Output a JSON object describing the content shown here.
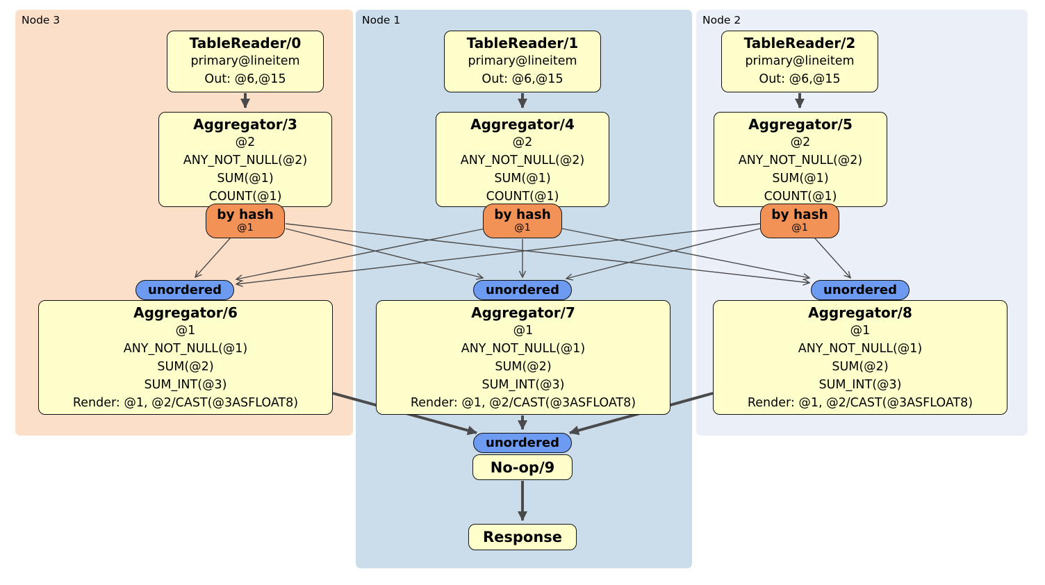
{
  "colors": {
    "node3_bg": "#fbdfc9",
    "node1_bg": "#cbdcea",
    "node2_bg": "#eaeff8",
    "box_bg": "#ffffcc",
    "hash_badge_bg": "#f29257",
    "sync_badge_bg": "#6d9bf1",
    "edge": "#4a4a4a"
  },
  "regions": {
    "node3": {
      "label": "Node 3"
    },
    "node1": {
      "label": "Node 1"
    },
    "node2": {
      "label": "Node 2"
    }
  },
  "boxes": {
    "tr0": {
      "title": "TableReader/0",
      "l1": "primary@lineitem",
      "l2": "Out: @6,@15"
    },
    "tr1": {
      "title": "TableReader/1",
      "l1": "primary@lineitem",
      "l2": "Out: @6,@15"
    },
    "tr2": {
      "title": "TableReader/2",
      "l1": "primary@lineitem",
      "l2": "Out: @6,@15"
    },
    "agg3": {
      "title": "Aggregator/3",
      "l1": "@2",
      "l2": "ANY_NOT_NULL(@2)",
      "l3": "SUM(@1)",
      "l4": "COUNT(@1)"
    },
    "agg4": {
      "title": "Aggregator/4",
      "l1": "@2",
      "l2": "ANY_NOT_NULL(@2)",
      "l3": "SUM(@1)",
      "l4": "COUNT(@1)"
    },
    "agg5": {
      "title": "Aggregator/5",
      "l1": "@2",
      "l2": "ANY_NOT_NULL(@2)",
      "l3": "SUM(@1)",
      "l4": "COUNT(@1)"
    },
    "agg6": {
      "title": "Aggregator/6",
      "l1": "@1",
      "l2": "ANY_NOT_NULL(@1)",
      "l3": "SUM(@2)",
      "l4": "SUM_INT(@3)",
      "l5": "Render: @1, @2/CAST(@3ASFLOAT8)"
    },
    "agg7": {
      "title": "Aggregator/7",
      "l1": "@1",
      "l2": "ANY_NOT_NULL(@1)",
      "l3": "SUM(@2)",
      "l4": "SUM_INT(@3)",
      "l5": "Render: @1, @2/CAST(@3ASFLOAT8)"
    },
    "agg8": {
      "title": "Aggregator/8",
      "l1": "@1",
      "l2": "ANY_NOT_NULL(@1)",
      "l3": "SUM(@2)",
      "l4": "SUM_INT(@3)",
      "l5": "Render: @1, @2/CAST(@3ASFLOAT8)"
    },
    "noop": {
      "title": "No-op/9"
    },
    "response": {
      "title": "Response"
    }
  },
  "badges": {
    "hash_label": "by hash",
    "hash_sub": "@1",
    "unordered_label": "unordered"
  }
}
